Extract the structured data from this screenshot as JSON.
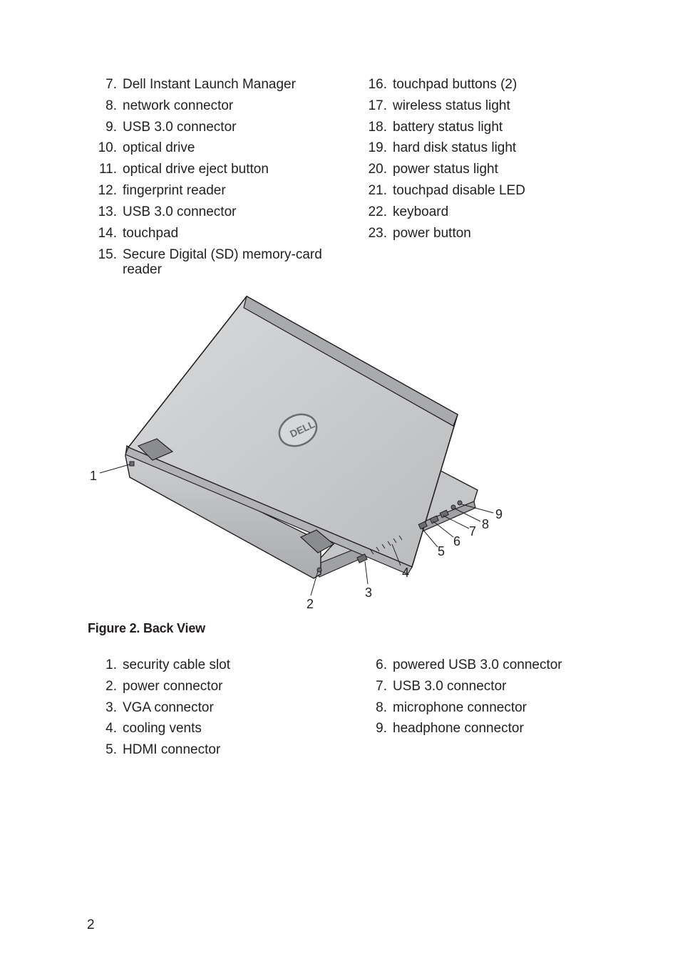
{
  "top_list_left": [
    {
      "num": "7.",
      "text": "Dell Instant Launch Manager"
    },
    {
      "num": "8.",
      "text": "network connector"
    },
    {
      "num": "9.",
      "text": "USB 3.0 connector"
    },
    {
      "num": "10.",
      "text": "optical drive"
    },
    {
      "num": "11.",
      "text": "optical drive eject button"
    },
    {
      "num": "12.",
      "text": "fingerprint reader"
    },
    {
      "num": "13.",
      "text": "USB 3.0 connector"
    },
    {
      "num": "14.",
      "text": "touchpad"
    },
    {
      "num": "15.",
      "text": "Secure Digital (SD) memory-card reader"
    }
  ],
  "top_list_right": [
    {
      "num": "16.",
      "text": "touchpad buttons (2)"
    },
    {
      "num": "17.",
      "text": "wireless status light"
    },
    {
      "num": "18.",
      "text": "battery status light"
    },
    {
      "num": "19.",
      "text": "hard disk status light"
    },
    {
      "num": "20.",
      "text": "power status light"
    },
    {
      "num": "21.",
      "text": "touchpad disable LED"
    },
    {
      "num": "22.",
      "text": "keyboard"
    },
    {
      "num": "23.",
      "text": "power button"
    }
  ],
  "figure": {
    "caption": "Figure 2. Back View",
    "callouts": [
      "1",
      "2",
      "3",
      "4",
      "5",
      "6",
      "7",
      "8",
      "9"
    ]
  },
  "bottom_list_left": [
    {
      "num": "1.",
      "text": "security cable slot"
    },
    {
      "num": "2.",
      "text": "power connector"
    },
    {
      "num": "3.",
      "text": "VGA connector"
    },
    {
      "num": "4.",
      "text": "cooling vents"
    },
    {
      "num": "5.",
      "text": "HDMI connector"
    }
  ],
  "bottom_list_right": [
    {
      "num": "6.",
      "text": "powered USB 3.0 connector"
    },
    {
      "num": "7.",
      "text": "USB 3.0 connector"
    },
    {
      "num": "8.",
      "text": "microphone connector"
    },
    {
      "num": "9.",
      "text": "headphone connector"
    }
  ],
  "page_number": "2"
}
